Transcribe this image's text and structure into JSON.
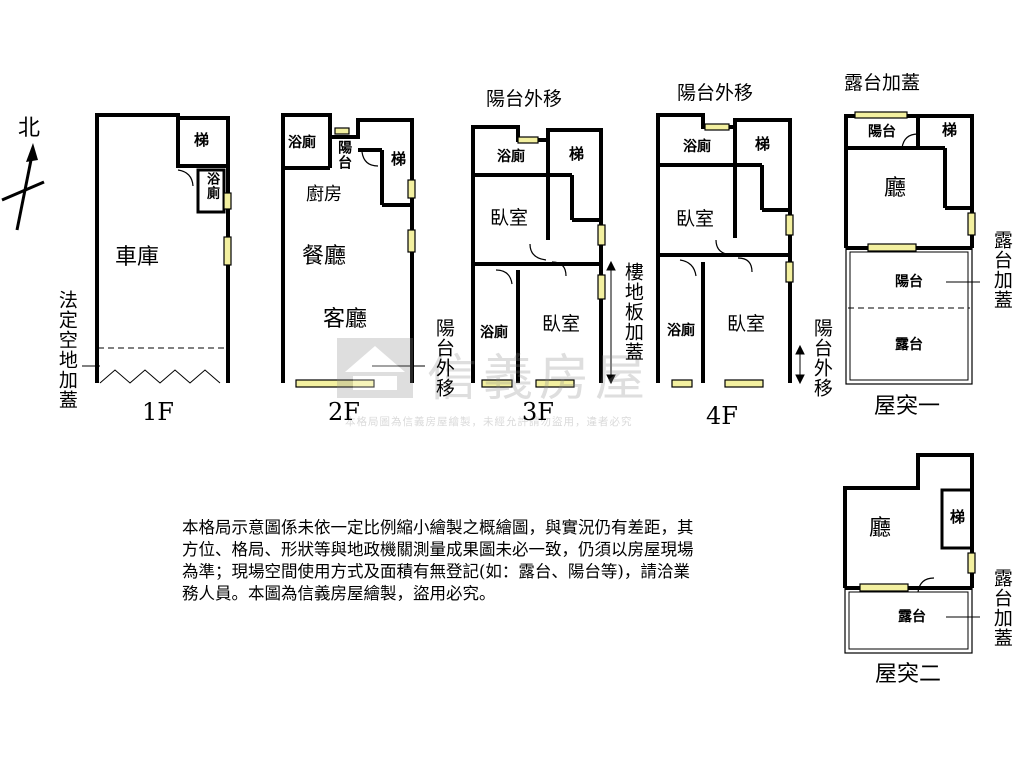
{
  "compass": {
    "label": "北"
  },
  "floors": {
    "f1": {
      "label": "1F",
      "rooms": {
        "garage": "車庫",
        "stair": "梯",
        "bath": "浴廁"
      },
      "note": "法定空地加蓋"
    },
    "f2": {
      "label": "2F",
      "rooms": {
        "bath": "浴廁",
        "balcony": "陽台",
        "stair": "梯",
        "kitchen": "廚房",
        "dining": "餐廳",
        "living": "客廳"
      },
      "note": "陽台外移"
    },
    "f3": {
      "label": "3F",
      "rooms": {
        "bath_top": "浴廁",
        "stair": "梯",
        "bedroom_top": "臥室",
        "bath_bottom": "浴廁",
        "bedroom_bottom": "臥室"
      },
      "note_top": "陽台外移",
      "note_side": "樓地板加蓋"
    },
    "f4": {
      "label": "4F",
      "rooms": {
        "bath_top": "浴廁",
        "stair": "梯",
        "bedroom_top": "臥室",
        "bath_bottom": "浴廁",
        "bedroom_bottom": "臥室"
      },
      "note_top": "陽台外移",
      "note_side": "陽台外移"
    },
    "roof1": {
      "label": "屋突一",
      "rooms": {
        "balcony_top": "陽台",
        "stair": "梯",
        "hall": "廳",
        "balcony": "陽台",
        "terrace": "露台"
      },
      "note_top": "露台加蓋",
      "note_side": "露台加蓋"
    },
    "roof2": {
      "label": "屋突二",
      "rooms": {
        "hall": "廳",
        "stair": "梯",
        "terrace": "露台"
      },
      "note_side": "露台加蓋"
    }
  },
  "disclaimer": "本格局示意圖係未依一定比例縮小繪製之概繪圖，與實況仍有差距，其方位、格局、形狀等與地政機關測量成果圖未必一致，仍須以房屋現場為準；現場空間使用方式及面積有無登記(如：露台、陽台等)，請洽業務人員。本圖為信義房屋繪製，盜用必究。",
  "watermark": {
    "brand": "信義房屋",
    "notice": "本格局圖為信義房屋繪製，未經允許請勿盜用，違者必究"
  }
}
